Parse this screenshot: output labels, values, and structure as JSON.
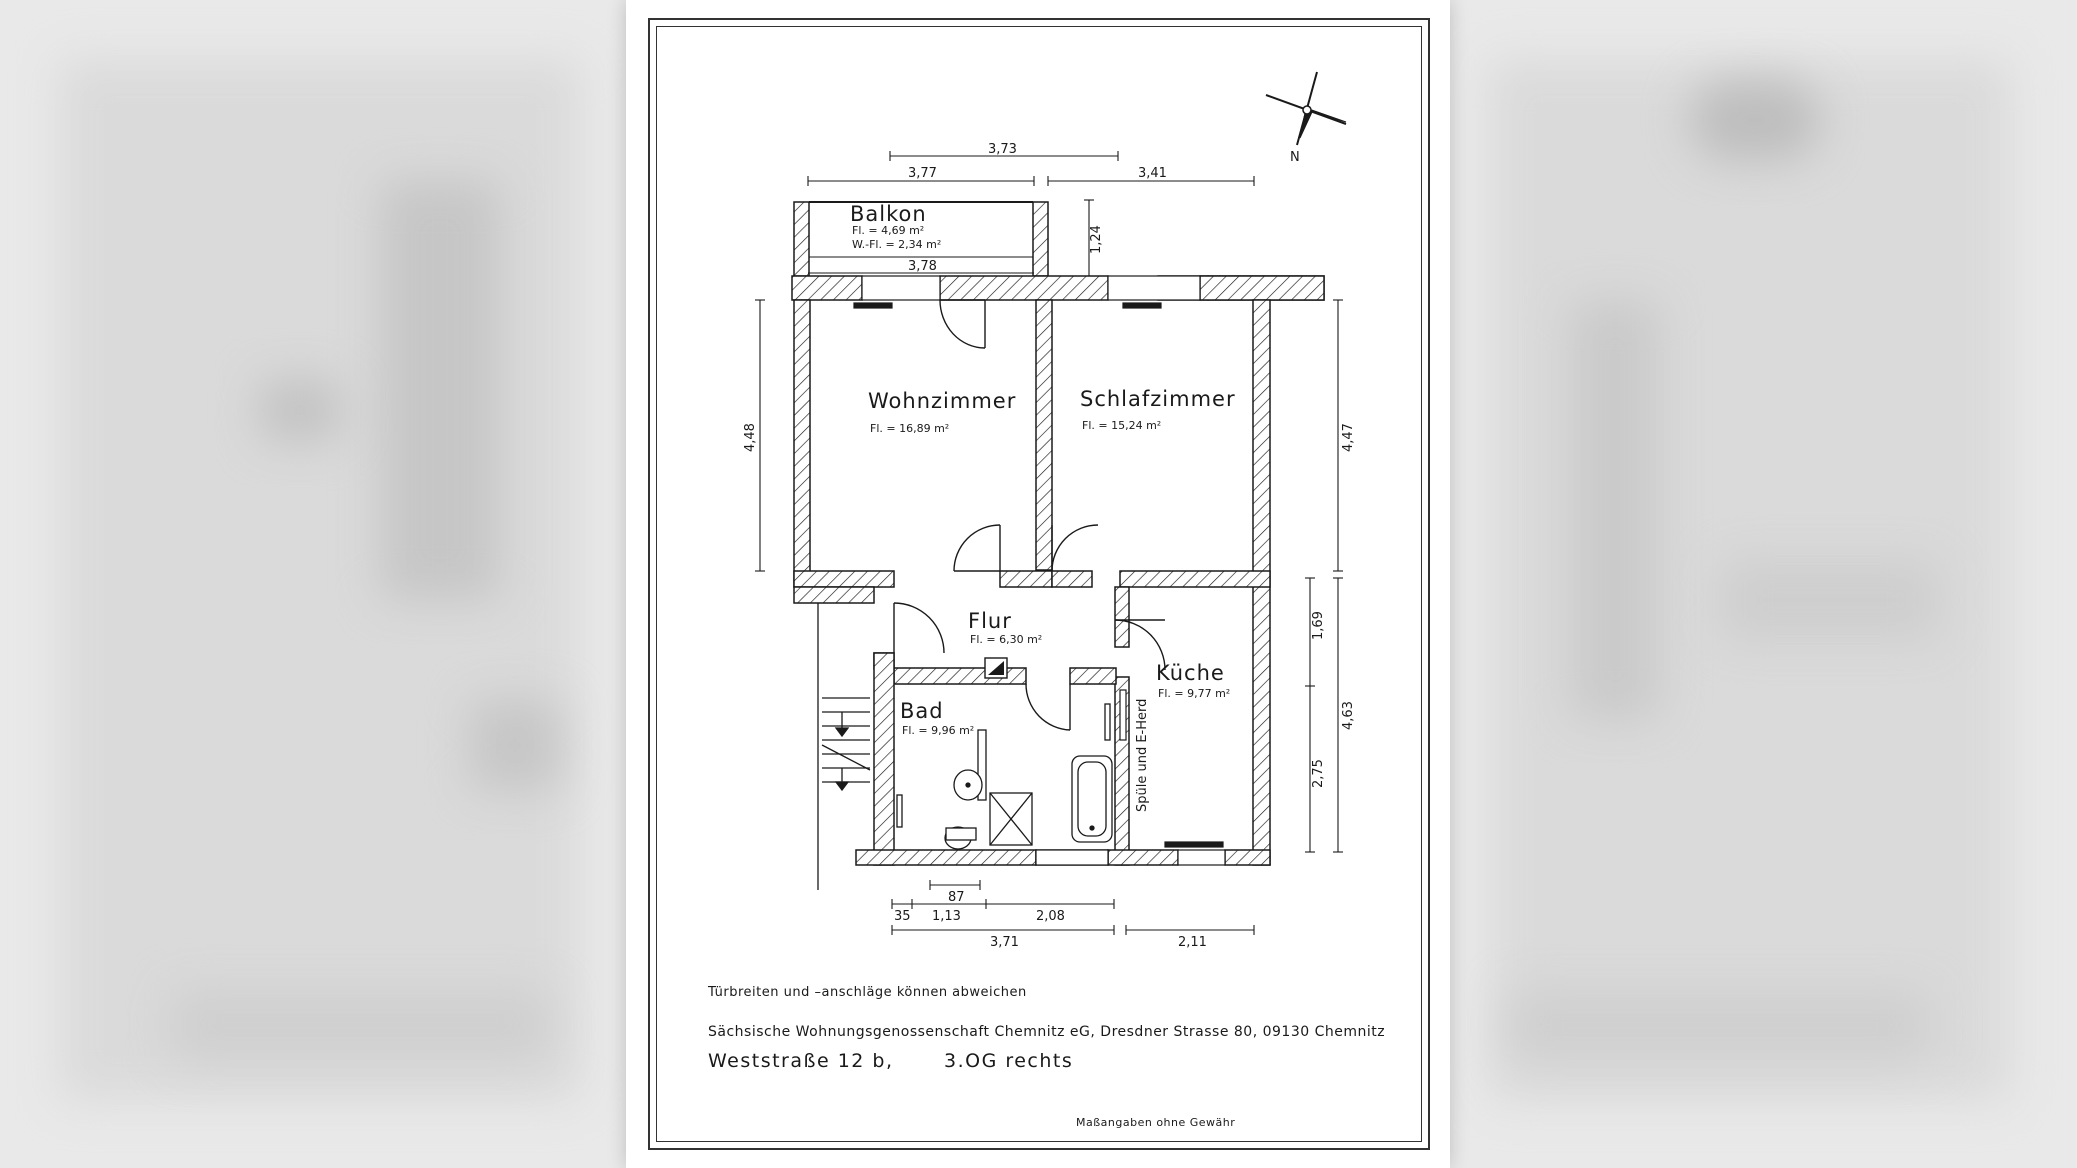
{
  "rooms": {
    "balkon": {
      "name": "Balkon",
      "area": "Fl. = 4,69 m²",
      "warea": "W.-Fl. = 2,34 m²"
    },
    "wohnzimmer": {
      "name": "Wohnzimmer",
      "area": "Fl. = 16,89 m²"
    },
    "schlafzimmer": {
      "name": "Schlafzimmer",
      "area": "Fl. = 15,24 m²"
    },
    "flur": {
      "name": "Flur",
      "area": "Fl. = 6,30 m²"
    },
    "kueche": {
      "name": "Küche",
      "area": "Fl. = 9,77 m²"
    },
    "bad": {
      "name": "Bad",
      "area": "Fl. = 9,96 m²"
    }
  },
  "kitchen_note": "Spüle und E-Herd",
  "compass": {
    "label": "N"
  },
  "dimensions": {
    "top_373": "3,73",
    "top_377": "3,77",
    "top_341": "3,41",
    "balkon_378": "3,78",
    "balkon_124": "1,24",
    "left_448": "4,48",
    "right_447": "4,47",
    "right_169": "1,69",
    "right_275": "2,75",
    "right_463": "4,63",
    "bottom_87": "87",
    "bottom_35": "35",
    "bottom_113": "1,13",
    "bottom_208": "2,08",
    "bottom_371": "3,71",
    "bottom_211": "2,11"
  },
  "notes": {
    "door_note": "Türbreiten und –anschläge können abweichen",
    "company": "Sächsische Wohnungsgenossenschaft Chemnitz eG, Dresdner Strasse 80, 09130 Chemnitz",
    "address": "Weststraße 12 b,",
    "floor": "3.OG rechts",
    "disclaimer": "Maßangaben ohne Gewähr"
  },
  "colors": {
    "line": "#1a1a1a",
    "background": "#e9e9e9",
    "sheet": "#ffffff"
  }
}
